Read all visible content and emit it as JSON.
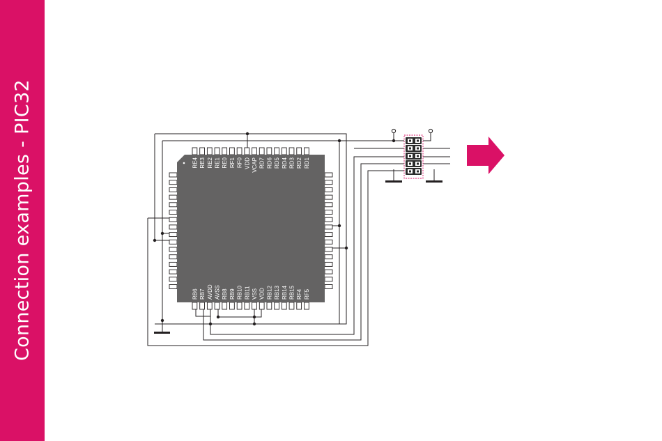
{
  "sidebar": {
    "title": "Connection examples - PIC32"
  },
  "colors": {
    "accent": "#DA1166",
    "chip_body": "#646363",
    "wire": "#231F20",
    "header_outline": "#DA1166"
  },
  "chip": {
    "top_pins": [
      "RE4",
      "RE3",
      "RE2",
      "RE1",
      "RE0",
      "RF1",
      "RF0",
      "VDD",
      "VCAP",
      "RD7",
      "RD6",
      "RD5",
      "RD4",
      "RD3",
      "RD2",
      "RD1"
    ],
    "bottom_pins": [
      "RB6",
      "RB7",
      "AVDD",
      "AVSS",
      "RB8",
      "RB9",
      "RB10",
      "RB11",
      "VSS",
      "VDD",
      "RB12",
      "RB13",
      "RB14",
      "RB15",
      "RF4",
      "RF5"
    ]
  },
  "connector": {
    "pins": [
      [
        "",
        ""
      ],
      [
        "",
        ""
      ],
      [
        "",
        ""
      ],
      [
        "",
        ""
      ],
      [
        "",
        ""
      ]
    ]
  },
  "arrow": {
    "icon": "arrow-right-icon"
  }
}
